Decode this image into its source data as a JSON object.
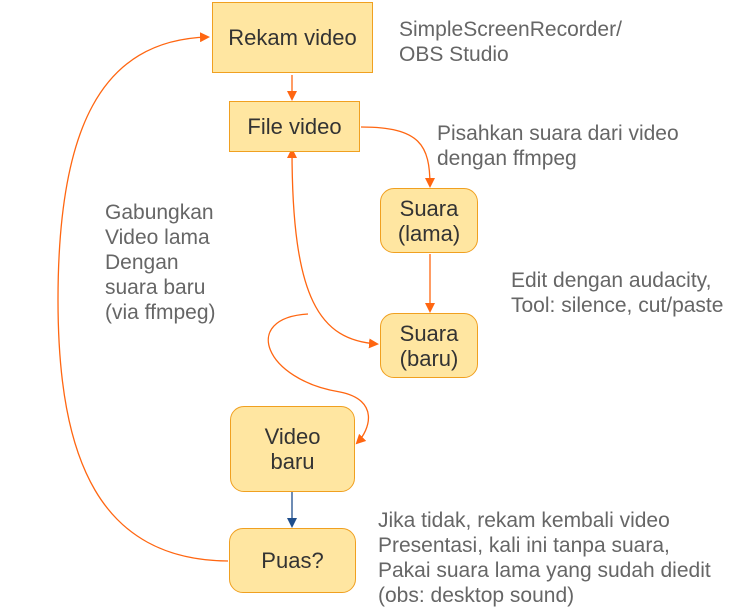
{
  "nodes": {
    "rekam": "Rekam video",
    "file": "File video",
    "suara_lama": "Suara\n(lama)",
    "suara_baru": "Suara\n(baru)",
    "video_baru": "Video\nbaru",
    "puas": "Puas?"
  },
  "notes": {
    "recorder": "SimpleScreenRecorder/\nOBS Studio",
    "pisahkan": "Pisahkan suara dari video\ndengan ffmpeg",
    "gabungkan": "Gabungkan\nVideo lama\nDengan\nsuara baru\n(via ffmpeg)",
    "edit": "Edit dengan audacity,\nTool: silence, cut/paste",
    "jika": "Jika tidak, rekam kembali video\nPresentasi, kali ini tanpa suara,\nPakai suara lama yang sudah diedit\n(obs: desktop sound)"
  },
  "colors": {
    "node_fill": "#ffe6a1",
    "node_border": "#f0a020",
    "edge_orange": "#ff6611",
    "edge_blue": "#1f4e8c",
    "note_text": "#666666"
  }
}
